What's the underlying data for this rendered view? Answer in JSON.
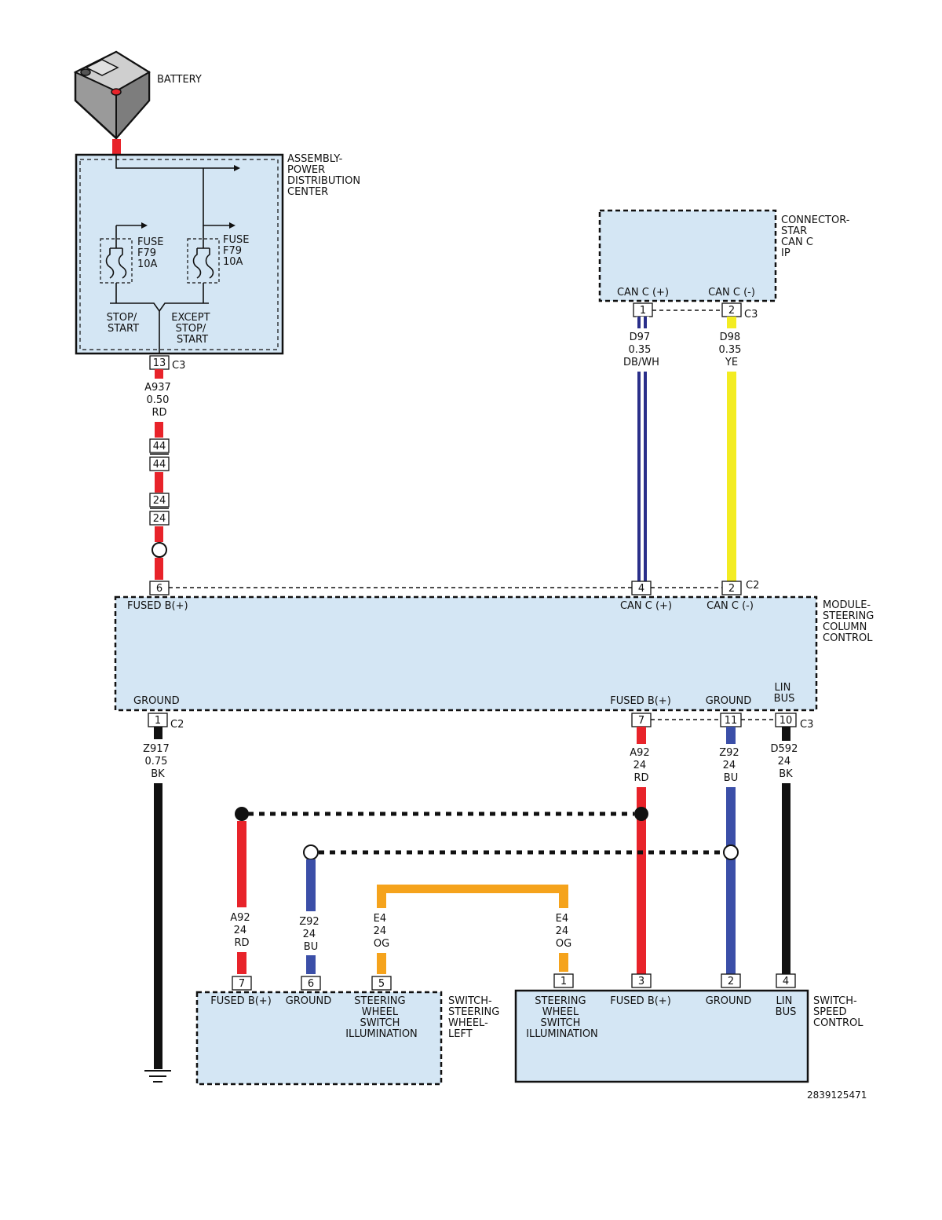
{
  "colors": {
    "red": "#e8232a",
    "black": "#111111",
    "blue": "#3b4fa8",
    "navy": "#2a2f8a",
    "yellow": "#f3ec22",
    "orange": "#f5a31c",
    "box_fill": "#d4e6f4"
  },
  "labels": {
    "battery": "BATTERY",
    "pdc": [
      "ASSEMBLY-",
      "POWER",
      "DISTRIBUTION",
      "CENTER"
    ],
    "fuse_left": [
      "FUSE",
      "F79",
      "10A"
    ],
    "fuse_right": [
      "FUSE",
      "F79",
      "10A"
    ],
    "stop_start": [
      "STOP/",
      "START"
    ],
    "except_stop_start": [
      "EXCEPT",
      "STOP/",
      "START"
    ],
    "star": [
      "CONNECTOR-",
      "STAR",
      "CAN C",
      "IP"
    ],
    "star_pin1_label": "CAN C (+)",
    "star_pin2_label": "CAN C (-)",
    "sccm": [
      "MODULE-",
      "STEERING",
      "COLUMN",
      "CONTROL"
    ],
    "sccm_fused": "FUSED B(+)",
    "sccm_canp": "CAN C (+)",
    "sccm_canm": "CAN C (-)",
    "sccm_ground_left": "GROUND",
    "sccm_fused_bottom": "FUSED B(+)",
    "sccm_ground_right": "GROUND",
    "sccm_lin": [
      "LIN",
      "BUS"
    ],
    "sw_left": [
      "SWITCH-",
      "STEERING",
      "WHEEL-",
      "LEFT"
    ],
    "sw_left_fused": "FUSED B(+)",
    "sw_left_ground": "GROUND",
    "sw_left_illum": [
      "STEERING",
      "WHEEL",
      "SWITCH",
      "ILLUMINATION"
    ],
    "sw_speed": [
      "SWITCH-",
      "SPEED",
      "CONTROL"
    ],
    "sw_speed_illum": [
      "STEERING",
      "WHEEL",
      "SWITCH",
      "ILLUMINATION"
    ],
    "sw_speed_fused": "FUSED B(+)",
    "sw_speed_ground": "GROUND",
    "sw_speed_lin": [
      "LIN",
      "BUS"
    ],
    "figure_id": "2839125471"
  },
  "connectors": {
    "pdc_c3": "C3",
    "star_c3": "C3",
    "sccm_c2_top": "C2",
    "sccm_c2_bottom": "C2",
    "sccm_c3_bottom": "C3"
  },
  "pins": {
    "pdc_13": "13",
    "inline_44a": "44",
    "inline_44b": "44",
    "inline_24a": "24",
    "inline_24b": "24",
    "star_1": "1",
    "star_2": "2",
    "sccm_6": "6",
    "sccm_4": "4",
    "sccm_2": "2",
    "sccm_1": "1",
    "sccm_7": "7",
    "sccm_11": "11",
    "sccm_10": "10",
    "swl_7": "7",
    "swl_6": "6",
    "swl_5": "5",
    "sws_1": "1",
    "sws_3": "3",
    "sws_2": "2",
    "sws_4": "4"
  },
  "wires": {
    "a937": [
      "A937",
      "0.50",
      "RD"
    ],
    "d97": [
      "D97",
      "0.35",
      "DB/WH"
    ],
    "d98": [
      "D98",
      "0.35",
      "YE"
    ],
    "z917": [
      "Z917",
      "0.75",
      "BK"
    ],
    "a92_top": [
      "A92",
      "24",
      "RD"
    ],
    "z92_top": [
      "Z92",
      "24",
      "BU"
    ],
    "d592": [
      "D592",
      "24",
      "BK"
    ],
    "a92_left": [
      "A92",
      "24",
      "RD"
    ],
    "z92_left": [
      "Z92",
      "24",
      "BU"
    ],
    "e4_left": [
      "E4",
      "24",
      "OG"
    ],
    "e4_right": [
      "E4",
      "24",
      "OG"
    ]
  }
}
